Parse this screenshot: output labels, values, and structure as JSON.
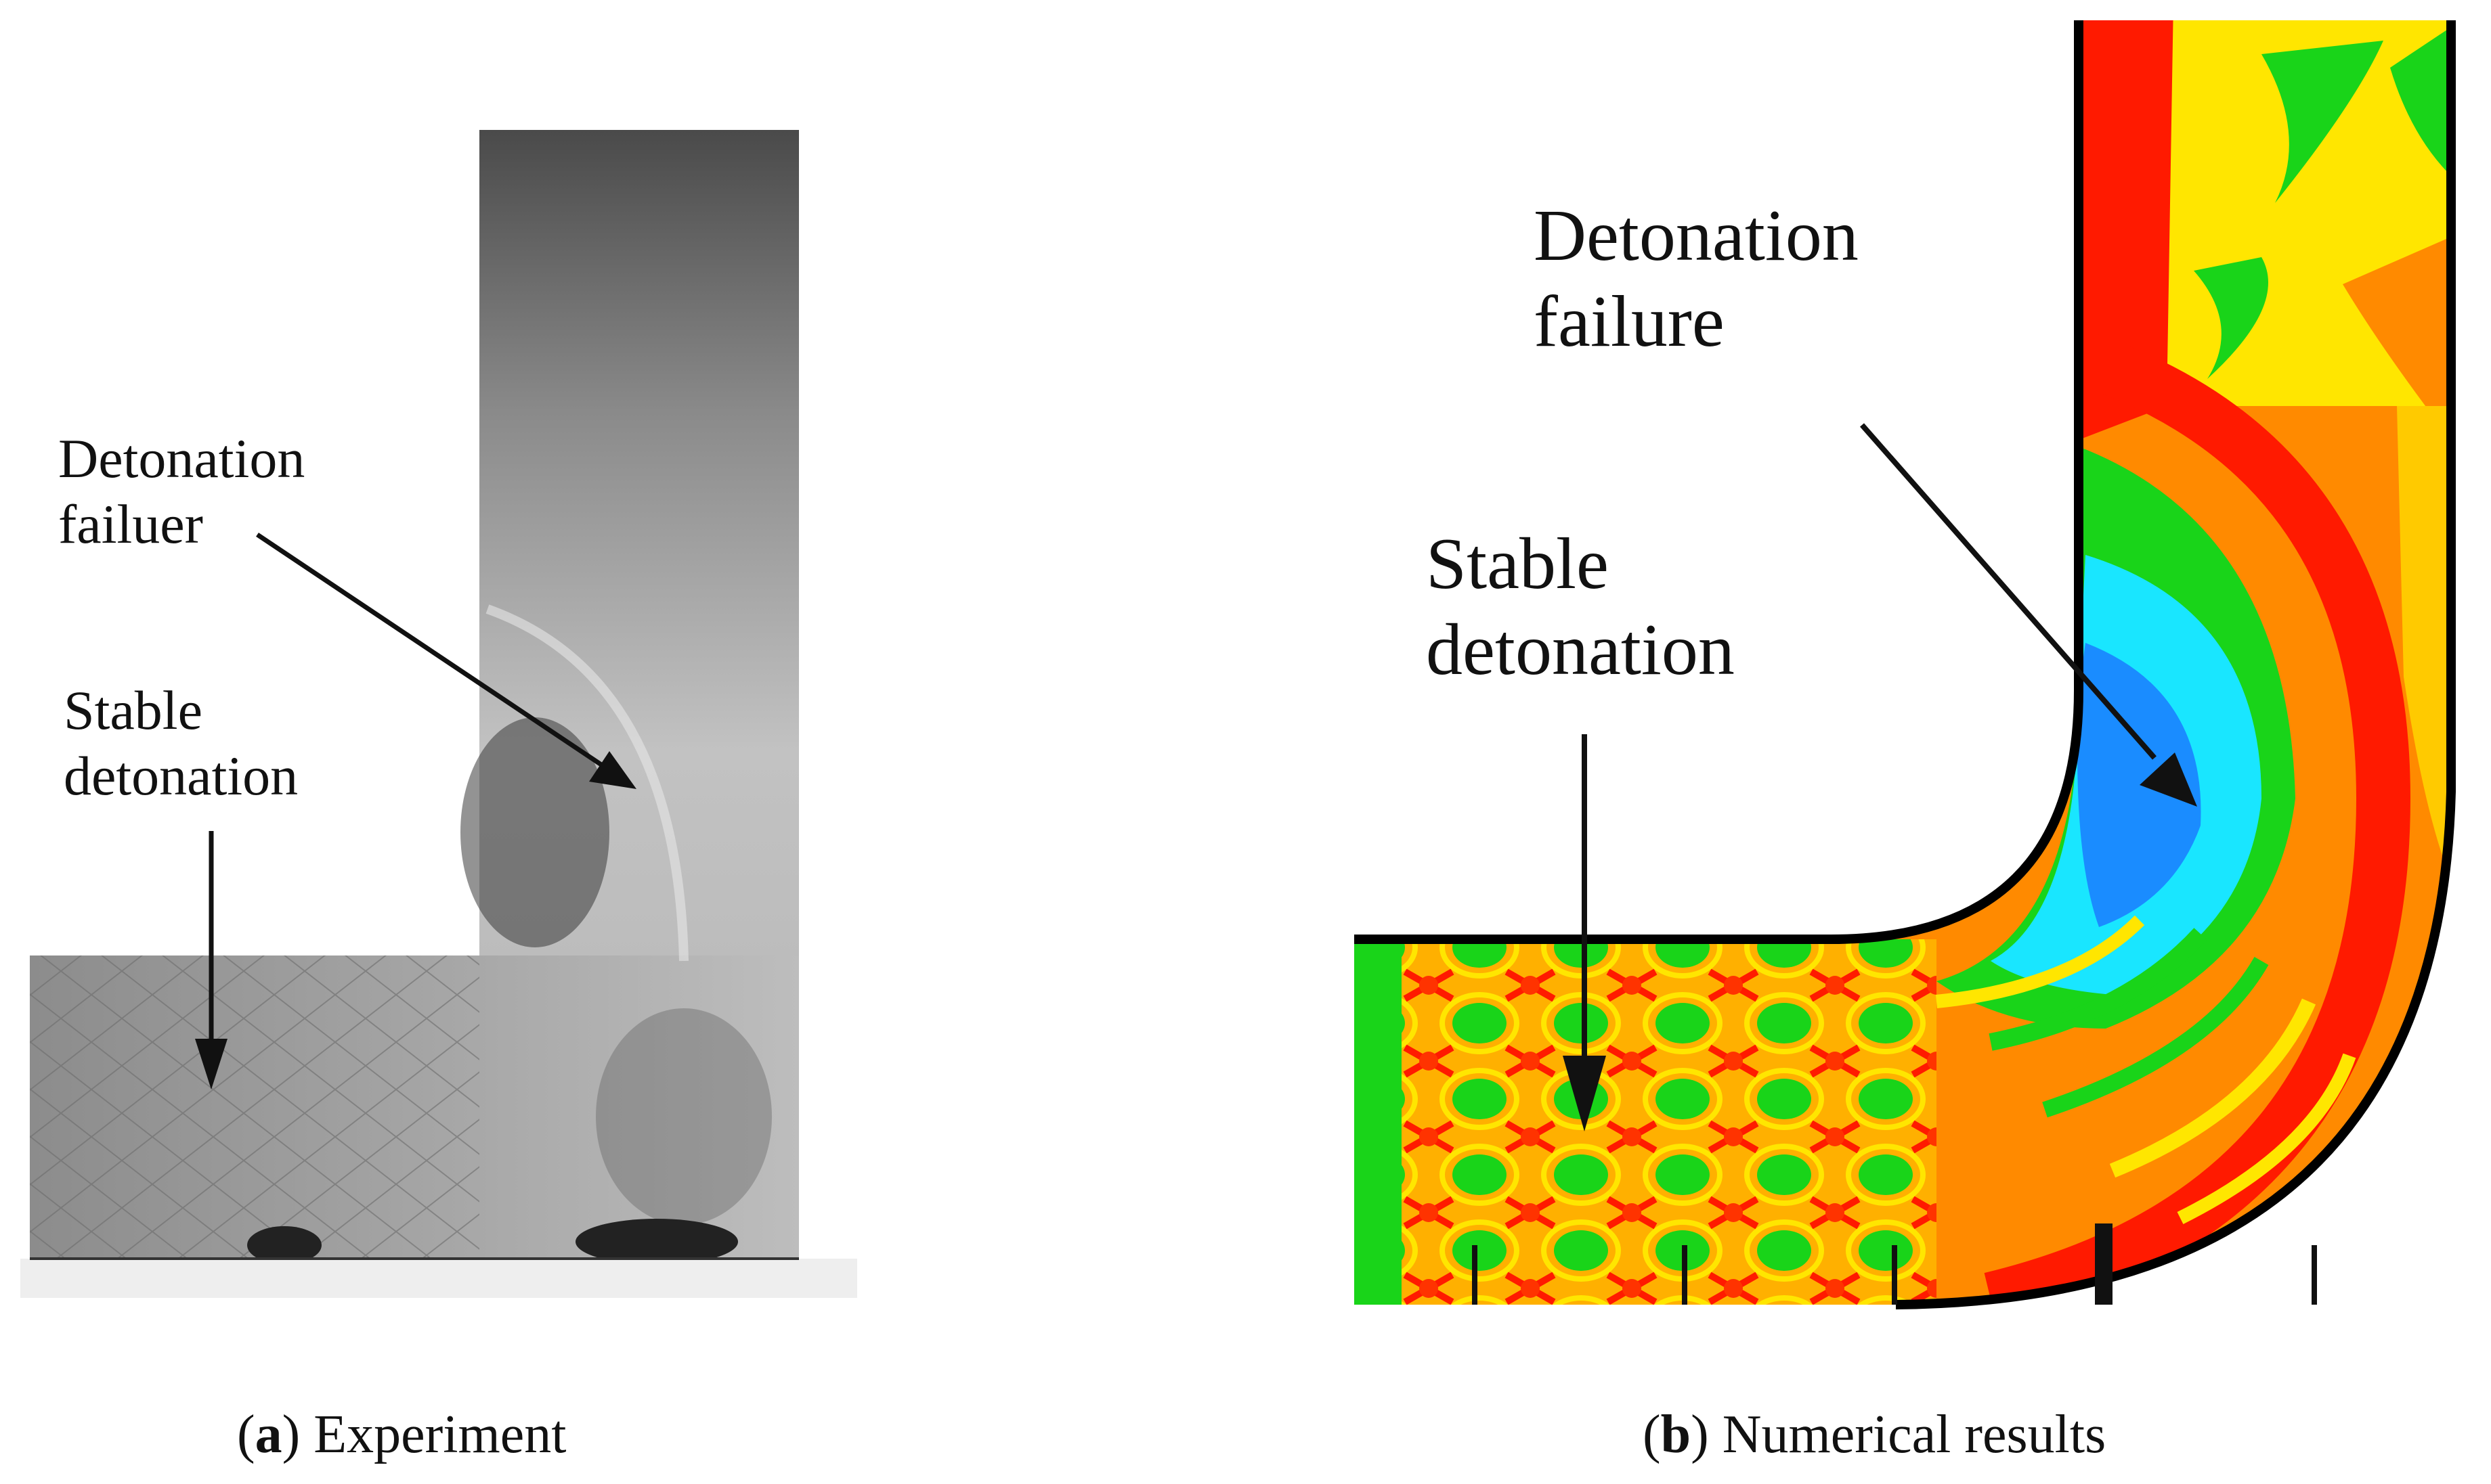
{
  "panel_a": {
    "label_failure_line1": "Detonation",
    "label_failure_line2": "failuer",
    "label_stable_line1": "Stable",
    "label_stable_line2": "detonation",
    "caption_letter": "a",
    "caption_text": "Experiment"
  },
  "panel_b": {
    "label_failure_line1": "Detonation",
    "label_failure_line2": "failure",
    "label_stable_line1": "Stable",
    "label_stable_line2": "detonation",
    "caption_letter": "b",
    "caption_text": "Numerical results"
  },
  "colors": {
    "red": "#ff1a00",
    "orange": "#ff8a00",
    "yellow": "#ffe600",
    "green": "#19d419",
    "cyan": "#19e6ff",
    "blue": "#1a8cff",
    "gray_dark": "#5a5a5a",
    "gray_light": "#c9c9c9"
  }
}
